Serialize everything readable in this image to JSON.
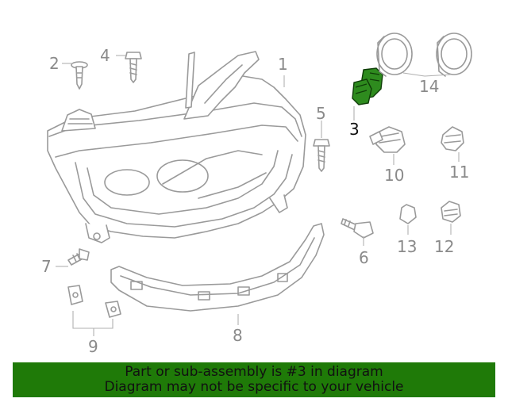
{
  "diagram": {
    "callouts": [
      "1",
      "2",
      "3",
      "4",
      "5",
      "6",
      "7",
      "8",
      "9",
      "10",
      "11",
      "12",
      "13",
      "14"
    ],
    "highlighted_callout": "3",
    "highlight_color": "#2e8b1e"
  },
  "banner": {
    "background_color": "#1f7a08",
    "line1": "Part or sub-assembly is #3 in diagram",
    "line2": "Diagram may not be specific to your vehicle"
  }
}
